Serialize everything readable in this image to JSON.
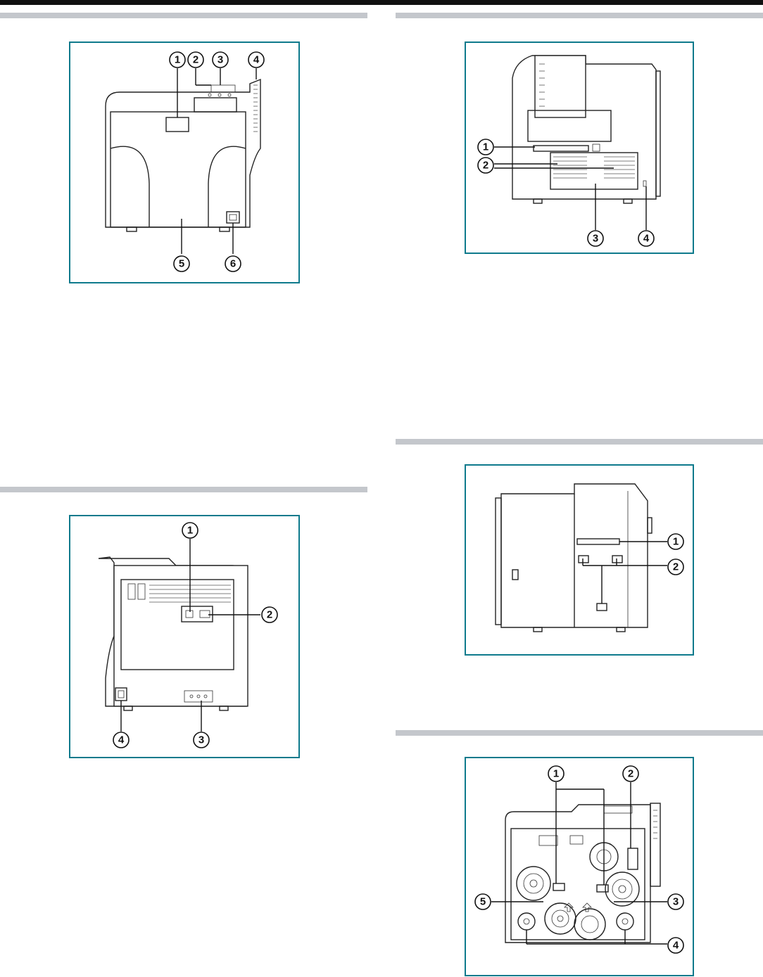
{
  "figures": {
    "front": {
      "callouts": [
        "1",
        "2",
        "3",
        "4",
        "5",
        "6"
      ]
    },
    "side_left": {
      "callouts": [
        "1",
        "2",
        "3",
        "4"
      ]
    },
    "rear": {
      "callouts": [
        "1",
        "2",
        "3",
        "4"
      ]
    },
    "side_right": {
      "callouts": [
        "1",
        "2"
      ]
    },
    "inside": {
      "callouts": [
        "1",
        "2",
        "3",
        "4",
        "5"
      ]
    }
  },
  "colors": {
    "figure_border": "#0e7a8c",
    "section_rule": "#c4c7cc",
    "top_bar": "#111111"
  }
}
